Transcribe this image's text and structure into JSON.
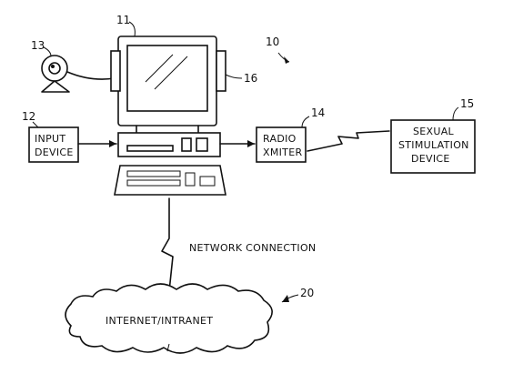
{
  "refs": {
    "system": "10",
    "monitor": "11",
    "input_device": "12",
    "camera": "13",
    "radio": "14",
    "stimulation": "15",
    "speaker": "16",
    "network": "20"
  },
  "labels": {
    "input_device": [
      "INPUT",
      "DEVICE"
    ],
    "radio": [
      "RADIO",
      "XMITER"
    ],
    "stimulation": [
      "SEXUAL",
      "STIMULATION",
      "DEVICE"
    ],
    "network_connection": "NETWORK CONNECTION",
    "internet": "INTERNET/INTRANET"
  }
}
